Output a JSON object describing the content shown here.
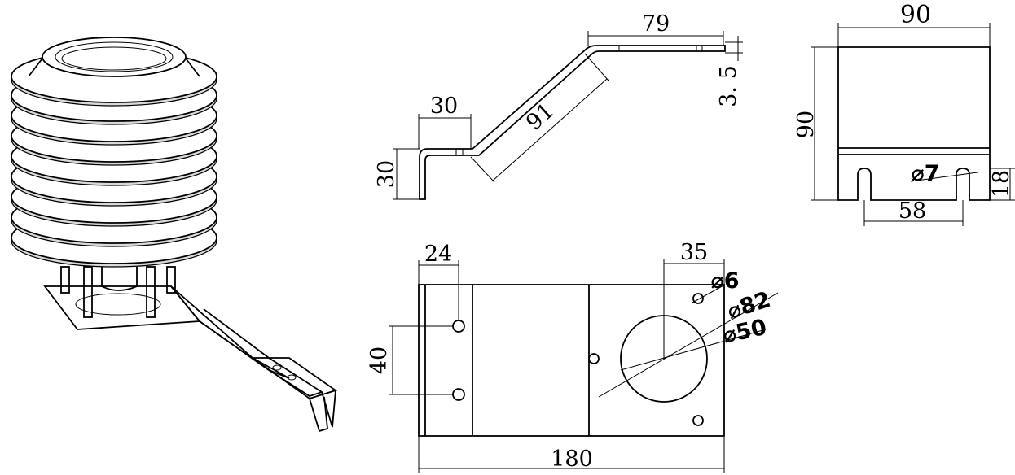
{
  "dimensions": {
    "profile": {
      "top_length": "79",
      "thickness": "3. 5",
      "slope_length": "91",
      "bottom_length": "30",
      "drop_height": "30"
    },
    "end_view": {
      "width": "90",
      "height": "90",
      "slot_diameter": "⌀7",
      "slot_depth": "18",
      "slot_spacing": "58"
    },
    "plan_view": {
      "edge_offset": "24",
      "hole_spacing": "40",
      "hole_offset": "35",
      "small_hole": "⌀6",
      "outer_diameter": "⌀82",
      "inner_diameter": "⌀50",
      "total_length": "180"
    }
  }
}
